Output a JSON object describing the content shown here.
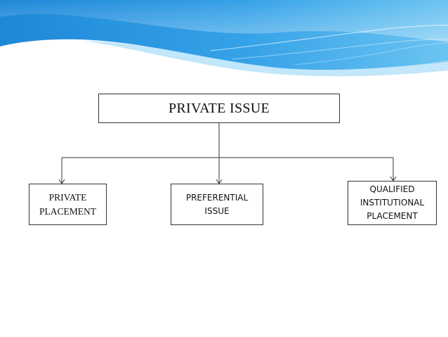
{
  "diagram": {
    "root": {
      "label": "PRIVATE ISSUE"
    },
    "children": [
      {
        "label": "PRIVATE\nPLACEMENT"
      },
      {
        "label": "PREFERENTIAL\nISSUE"
      },
      {
        "label": "QUALIFIED\nINSTITUTIONAL\nPLACEMENT"
      }
    ]
  },
  "theme": {
    "banner_colors": [
      "#1e88d8",
      "#4db3ee",
      "#a8dcf8"
    ],
    "line_color": "#333333"
  }
}
